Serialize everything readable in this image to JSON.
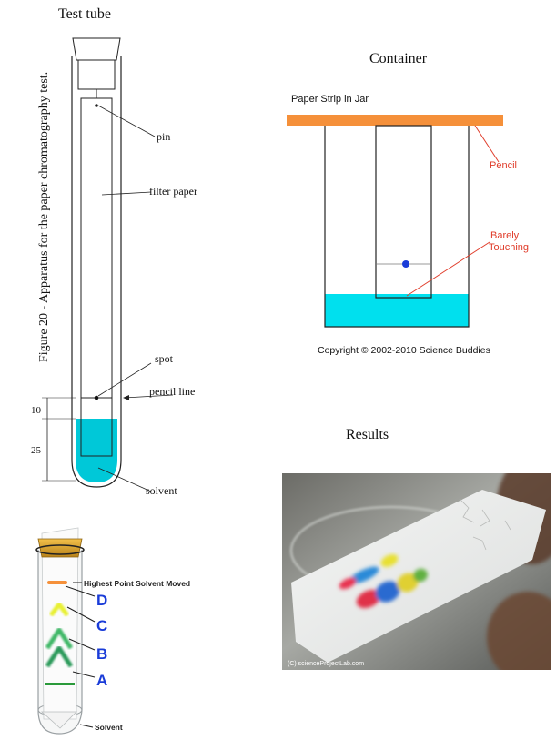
{
  "test_tube": {
    "title": "Test tube",
    "figure_caption": "Figure 20 - Apparatus for the paper chromatography test.",
    "labels": {
      "pin": "pin",
      "filter_paper": "filter paper",
      "spot": "spot",
      "pencil_line": "pencil line",
      "solvent": "solvent",
      "dim_10": "10",
      "dim_25": "25"
    }
  },
  "container": {
    "title": "Container",
    "paper_strip_label": "Paper Strip in Jar",
    "pencil_label": "Pencil",
    "barely_touching_label_1": "Barely",
    "barely_touching_label_2": "Touching",
    "copyright": "Copyright © 2002-2010 Science Buddies"
  },
  "results": {
    "title": "Results",
    "photo_credit": "(C) scienceProjectLab.com"
  },
  "tube_illustration": {
    "highest_point_label": "Highest Point Solvent Moved",
    "band_labels": [
      "D",
      "C",
      "B",
      "A"
    ],
    "solvent_label": "Solvent"
  },
  "colors": {
    "solvent_cyan": "#00c8d8",
    "pencil_orange": "#f5903a",
    "annotation_red": "#e03c2a",
    "spot_blue": "#1a3cd8",
    "letter_blue": "#1a3cd8",
    "cork_gold": "#d9a12a"
  }
}
